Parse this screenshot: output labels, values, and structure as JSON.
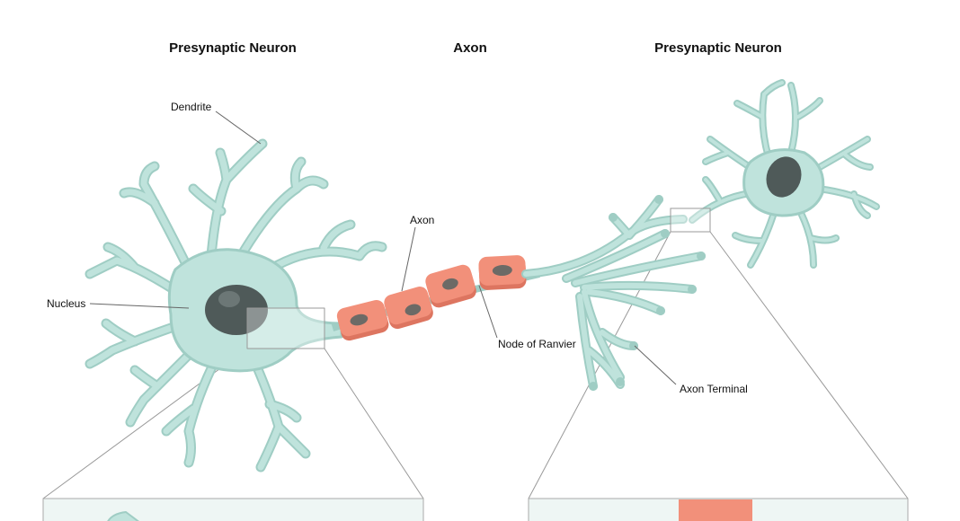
{
  "headings": {
    "left": "Presynaptic Neuron",
    "center": "Axon",
    "right": "Presynaptic Neuron"
  },
  "labels": {
    "dendrite": "Dendrite",
    "nucleus": "Nucleus",
    "axon": "Axon",
    "node_of_ranvier": "Node of Ranvier",
    "axon_terminal": "Axon Terminal"
  },
  "colors": {
    "cell_body": "#bfe3dc",
    "cell_outline": "#9fcdc4",
    "nucleus": "#4f5a59",
    "myelin": "#f2907a",
    "myelin_dark": "#dd7560",
    "node_spot": "#6c6a66",
    "zoom_panel": "#eef6f4",
    "pointer_line": "#666666"
  }
}
